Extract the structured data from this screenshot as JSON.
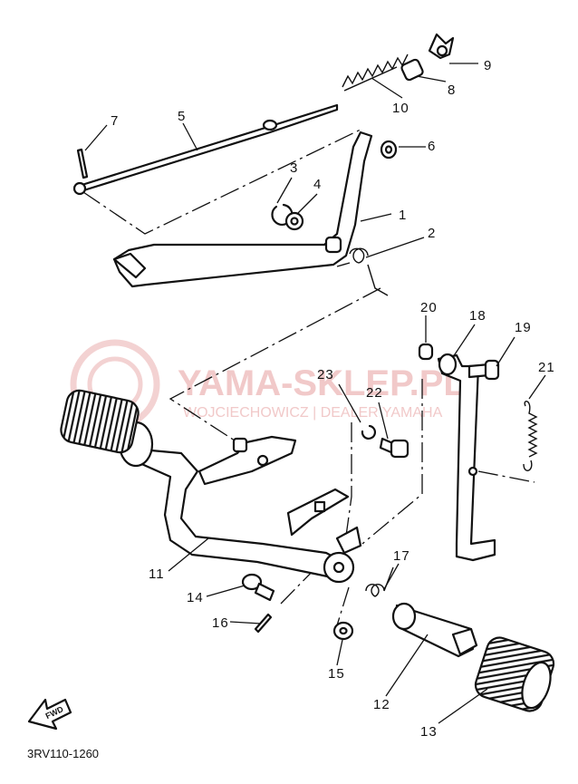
{
  "diagram": {
    "code": "3RV110-1260",
    "fwd_label": "FWD",
    "labels": [
      "1",
      "2",
      "3",
      "4",
      "5",
      "6",
      "7",
      "8",
      "9",
      "10",
      "11",
      "12",
      "13",
      "14",
      "15",
      "16",
      "17",
      "18",
      "19",
      "20",
      "21",
      "22",
      "23"
    ]
  },
  "watermark": {
    "brand": "YAMA-SKLEP.PL",
    "sub": "WOJCIECHOWICZ | DEALER YAMAHA"
  },
  "colors": {
    "line": "#111111",
    "background": "#ffffff",
    "watermark": "#f1c9c9"
  }
}
